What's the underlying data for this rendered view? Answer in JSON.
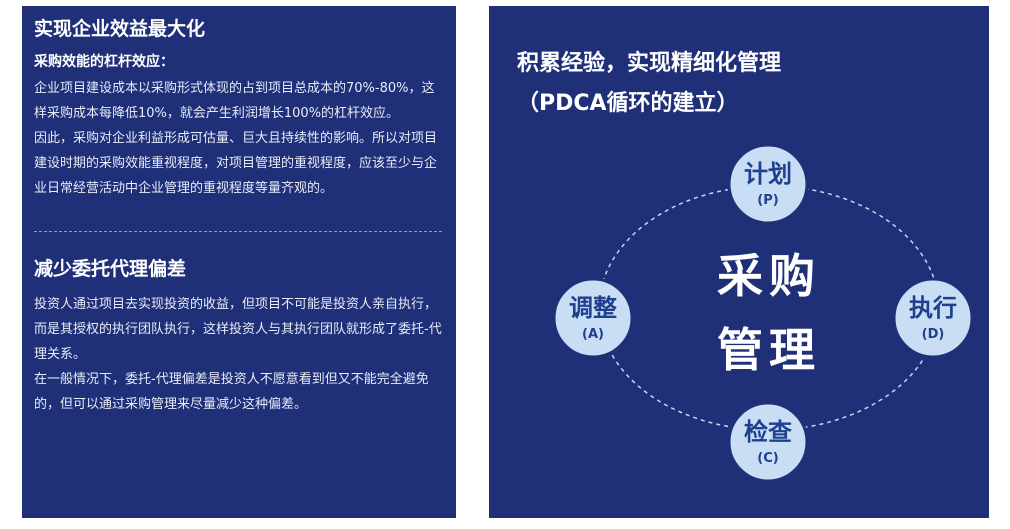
{
  "left": {
    "section1": {
      "title": "实现企业效益最大化",
      "subtitle": "采购效能的杠杆效应：",
      "paragraphs": [
        "企业项目建设成本以采购形式体现的占到项目总成本的70%-80%，这样采购成本每降低10%，就会产生利润增长100%的杠杆效应。",
        "因此，采购对企业利益形成可估量、巨大且持续性的影响。所以对项目建设时期的采购效能重视程度，对项目管理的重视程度，应该至少与企业日常经营活动中企业管理的重视程度等量齐观的。"
      ]
    },
    "section2": {
      "title": "减少委托代理偏差",
      "paragraphs": [
        "投资人通过项目去实现投资的收益，但项目不可能是投资人亲自执行，而是其授权的执行团队执行，这样投资人与其执行团队就形成了委托-代理关系。",
        "在一般情况下，委托-代理偏差是投资人不愿意看到但又不能完全避免的，但可以通过采购管理来尽量减少这种偏差。"
      ]
    }
  },
  "right": {
    "title_line1": "积累经验，实现精细化管理",
    "title_line2": "（PDCA循环的建立）",
    "center_line1": "采购",
    "center_line2": "管理",
    "nodes": {
      "plan": {
        "label": "计划",
        "code": "(P)"
      },
      "do": {
        "label": "执行",
        "code": "(D)"
      },
      "check": {
        "label": "检查",
        "code": "(C)"
      },
      "act": {
        "label": "调整",
        "code": "(A)"
      }
    }
  },
  "colors": {
    "panel_bg": "#1f2f78",
    "node_fill": "#c9def5",
    "node_text": "#1f3f8f",
    "text": "#ffffff"
  }
}
